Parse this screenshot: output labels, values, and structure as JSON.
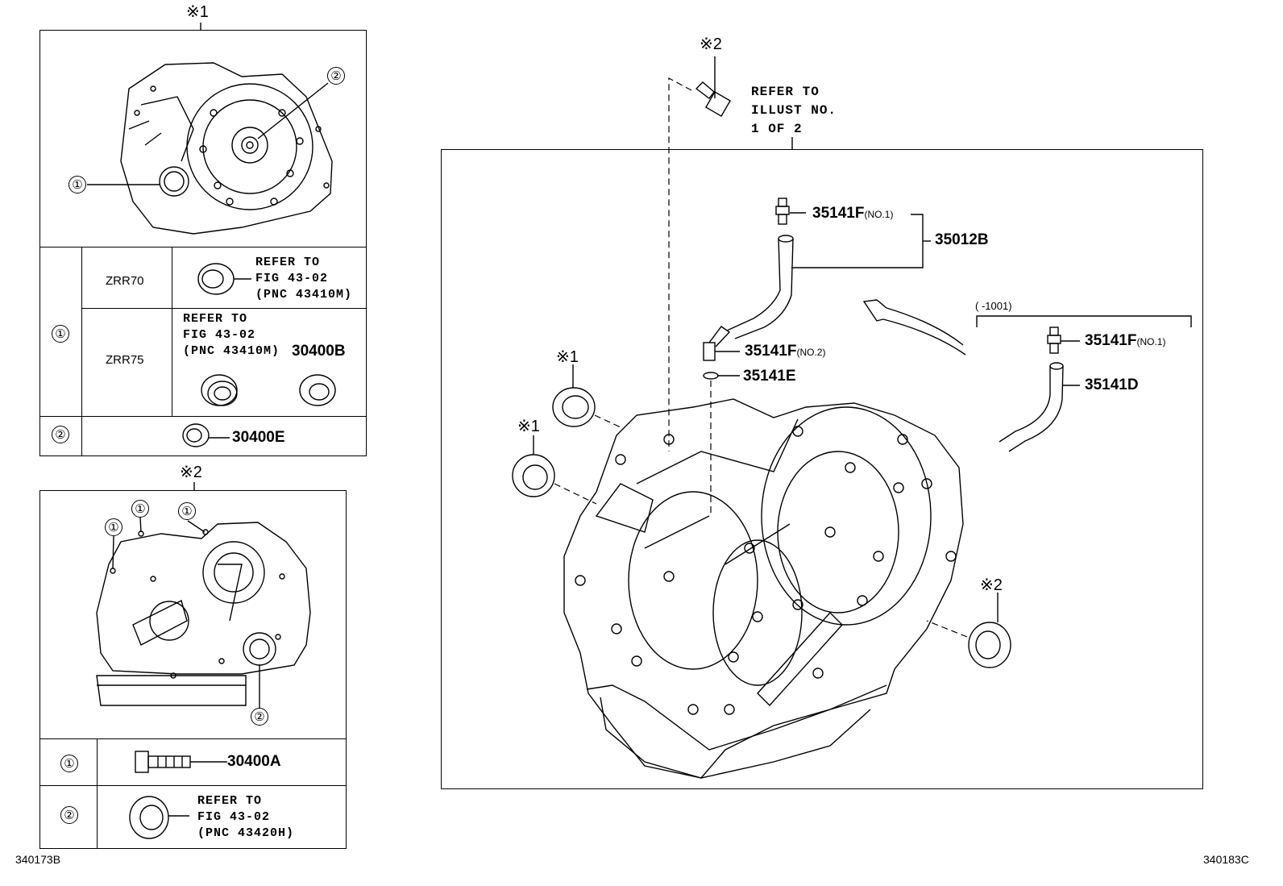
{
  "inset1": {
    "ref_mark": "※1",
    "callout_1": "①",
    "callout_2": "②",
    "rows": {
      "row1_marker": "①",
      "zrr70_label": "ZRR70",
      "zrr70_note": "REFER TO\nFIG 43-02\n(PNC 43410M)",
      "zrr75_label": "ZRR75",
      "zrr75_note": "REFER TO\nFIG 43-02\n(PNC 43410M)",
      "zrr75_part": "30400B",
      "row2_marker": "②",
      "row2_part": "30400E"
    }
  },
  "inset2": {
    "ref_mark": "※2",
    "callouts": [
      "①",
      "①",
      "①",
      "②"
    ],
    "rows": {
      "row1_marker": "①",
      "row1_part": "30400A",
      "row2_marker": "②",
      "row2_note": "REFER TO\nFIG 43-02\n(PNC 43420H)"
    }
  },
  "main": {
    "top_ref_mark": "※2",
    "top_note": "REFER TO\nILLUST NO.\n1 OF 2",
    "parts": {
      "p35141F_no1": "35141F",
      "p35141F_no1_sub": "(NO.1)",
      "p35012B": "35012B",
      "p35141F_no2": "35141F",
      "p35141F_no2_sub": "(NO.2)",
      "p35141E": "35141E",
      "p35141F_no1b": "35141F",
      "p35141F_no1b_sub": "(NO.1)",
      "p35141D": "35141D"
    },
    "serial_range": "(      -1001)",
    "seal_marks": [
      "※1",
      "※1",
      "※2"
    ]
  },
  "figure_codes": {
    "left": "340173B",
    "right": "340183C"
  }
}
